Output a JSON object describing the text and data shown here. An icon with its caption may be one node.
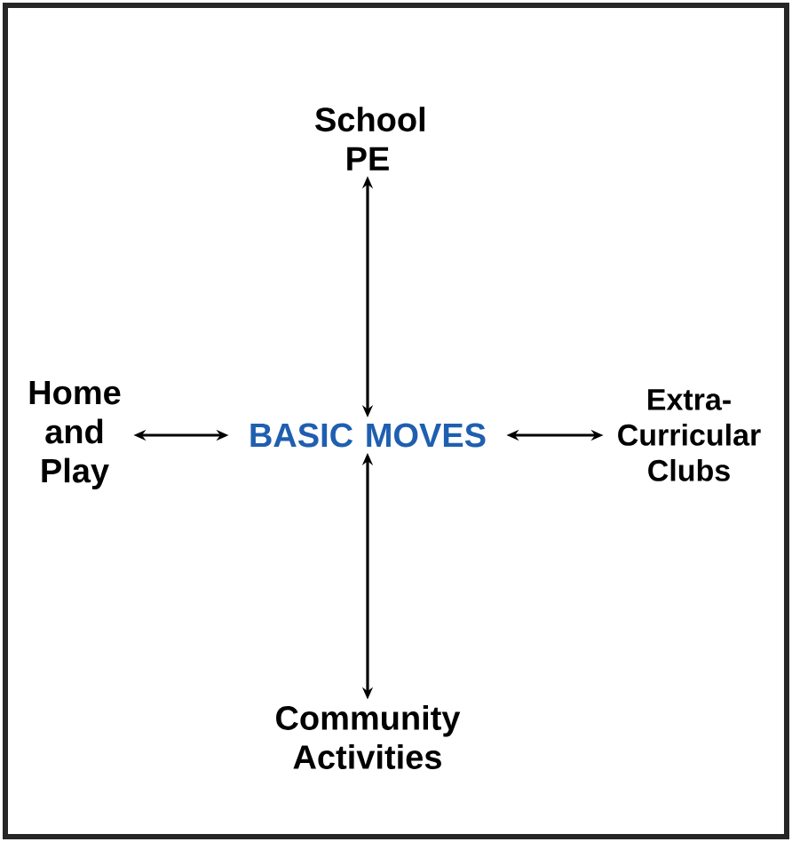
{
  "diagram": {
    "nodes": [
      {
        "text": [
          "School PE"
        ]
      },
      {
        "text": [
          "Home and Play"
        ]
      },
      {
        "text": [
          "BASIC MOVES"
        ]
      },
      {
        "text": [
          "Extra-Curricular Clubs"
        ]
      },
      {
        "text": [
          "Community Activities"
        ]
      }
    ],
    "edges": [
      {
        "from": 2,
        "to": 0,
        "arrow": "both"
      },
      {
        "from": 1,
        "to": 2,
        "arrow": "both"
      },
      {
        "from": 2,
        "to": 3,
        "arrow": "both"
      },
      {
        "from": 2,
        "to": 4,
        "arrow": "both"
      }
    ]
  }
}
